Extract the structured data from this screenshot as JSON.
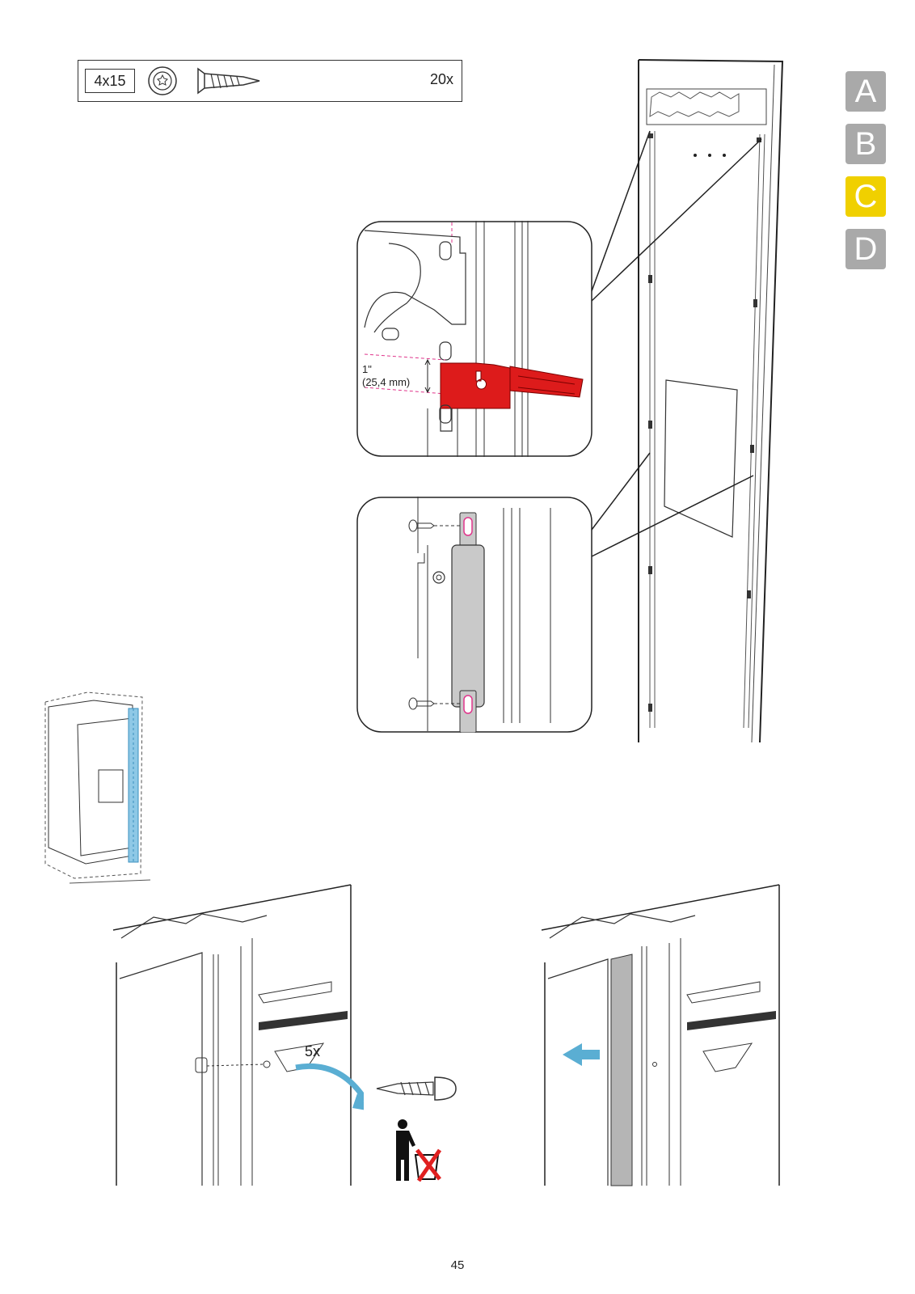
{
  "parts_box": {
    "size_label": "4x15",
    "quantity": "20x",
    "screw_icon": "torx-screw-icon"
  },
  "section_tabs": [
    "A",
    "B",
    "C",
    "D"
  ],
  "active_tab": "C",
  "colors": {
    "active_tab": "#f0d000",
    "inactive_tab": "#a9a9a9",
    "bracket": "#dd1b1b",
    "arrow": "#5aaed3",
    "dimension_line": "#e0368c"
  },
  "detail_top": {
    "dimension_label_1": "1\"",
    "dimension_label_2": "(25,4 mm)"
  },
  "step_left": {
    "count_label": "5x"
  },
  "page_number": "45"
}
